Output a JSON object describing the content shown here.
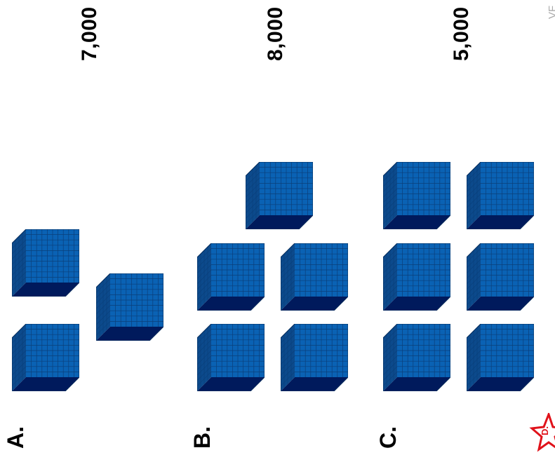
{
  "watermark": "VF",
  "options": [
    {
      "letter": "A.",
      "value": "7,000",
      "cube_count": 3
    },
    {
      "letter": "B.",
      "value": "8,000",
      "cube_count": 5
    },
    {
      "letter": "C.",
      "value": "5,000",
      "cube_count": 6
    },
    {
      "letter": "D.",
      "value": ""
    }
  ],
  "colors": {
    "cube_front": "#0a62b4",
    "cube_side": "#0c4a8c",
    "cube_bottom": "#001a5c",
    "grid_line": "#0a3f7a",
    "star": "#e0121a"
  }
}
